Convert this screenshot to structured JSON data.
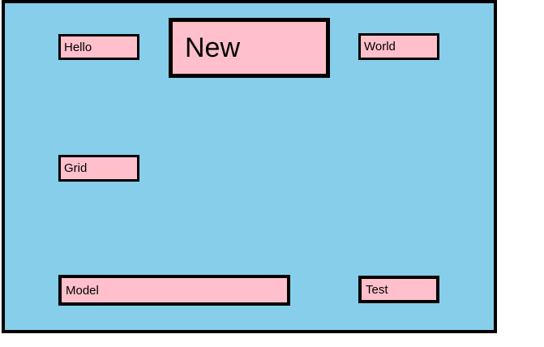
{
  "colors": {
    "page_background": "#FFFFFF",
    "canvas_background": "#87CEEB",
    "box_fill": "#FFC0CB",
    "border": "#000000",
    "text": "#000000"
  },
  "canvas": {
    "description": "drawing canvas with draggable labeled rectangles"
  },
  "boxes": {
    "hello": {
      "label": "Hello"
    },
    "new": {
      "label": "New"
    },
    "world": {
      "label": "World"
    },
    "grid": {
      "label": "Grid"
    },
    "model": {
      "label": "Model"
    },
    "test": {
      "label": "Test"
    }
  }
}
